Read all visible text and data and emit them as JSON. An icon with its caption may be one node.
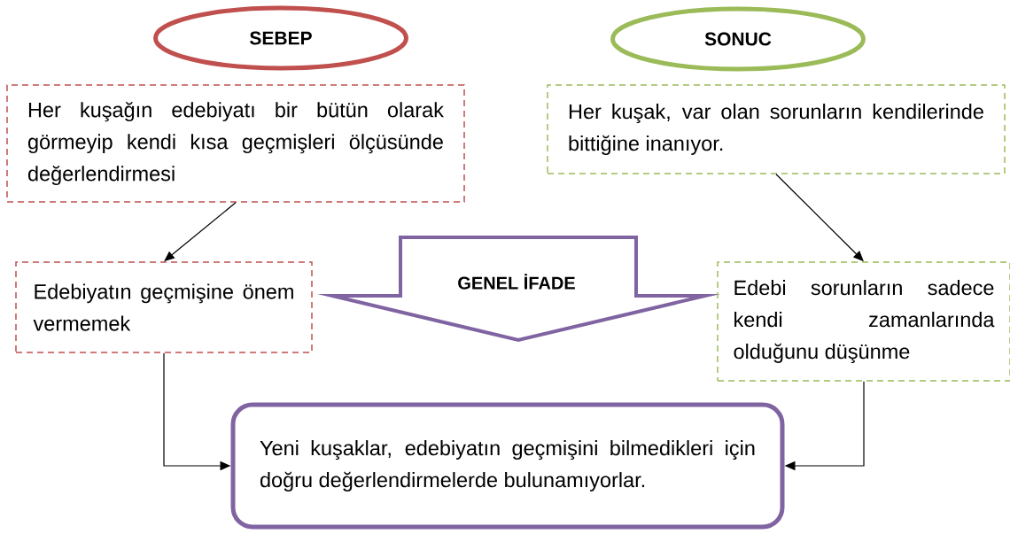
{
  "diagram": {
    "nodes": [
      {
        "text": [
          "SEBEP"
        ]
      },
      {
        "text": [
          "SONUC"
        ]
      },
      {
        "text": [
          "Her kuşağın edebiyatı bir bütün olarak görmeyip kendi kısa geçmişleri ölçüsünde değerlendirmesi"
        ]
      },
      {
        "text": [
          "Her kuşak, var olan sorunların kendilerinde bittiğine inanıyor."
        ]
      },
      {
        "text": [
          "GENEL İFADE"
        ]
      },
      {
        "text": [
          "Edebiyatın geçmişine önem vermemek"
        ]
      },
      {
        "text": [
          "Edebi sorunların sadece kendi zamanlarında olduğunu düşünme"
        ]
      },
      {
        "text": [
          "Yeni kuşaklar, edebiyatın geçmişini bilmedikleri için doğru değerlendirmelerde bulunamıyorlar."
        ]
      }
    ],
    "edges": [
      {
        "from": 2,
        "to": 5,
        "arrow": "to"
      },
      {
        "from": 3,
        "to": 6,
        "arrow": "to"
      },
      {
        "from": 5,
        "to": 7,
        "arrow": "to"
      },
      {
        "from": 6,
        "to": 7,
        "arrow": "to"
      }
    ]
  }
}
